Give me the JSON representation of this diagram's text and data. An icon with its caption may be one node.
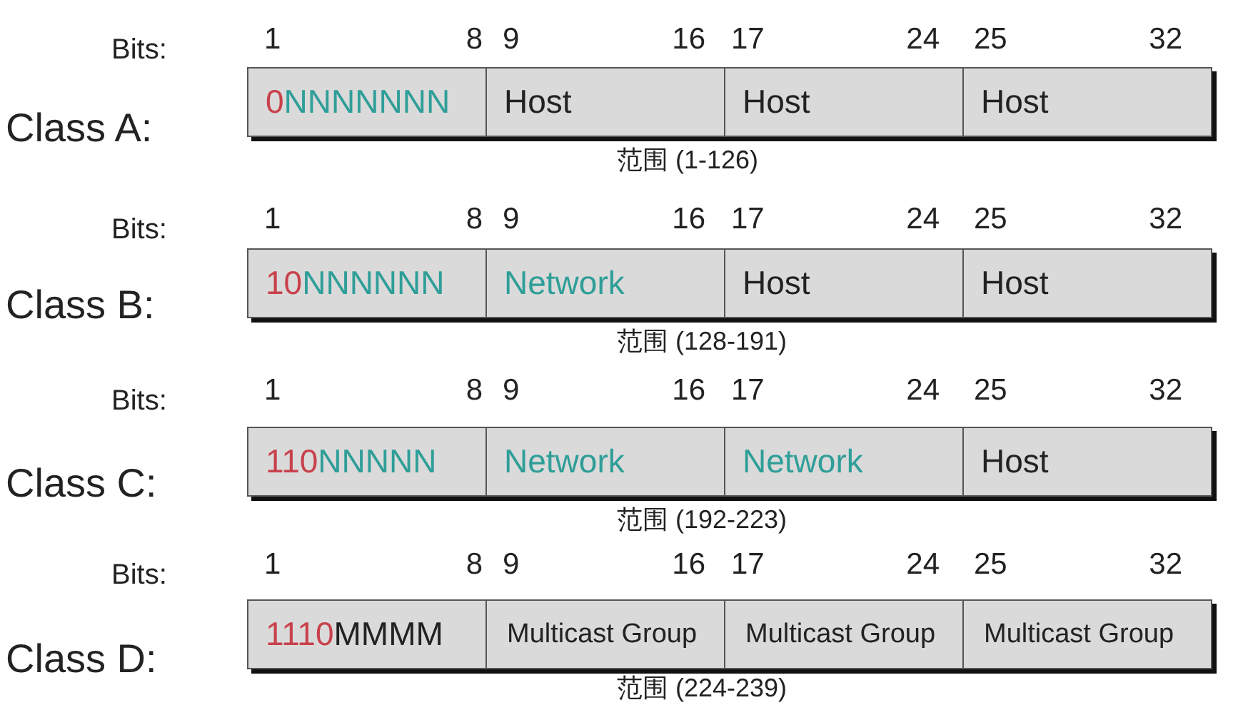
{
  "diagram": {
    "nodes": [
      {
        "text": [
          "0",
          "NNNNNNN"
        ]
      },
      {
        "text": [
          "Host"
        ]
      },
      {
        "text": [
          "Host"
        ]
      },
      {
        "text": [
          "Host"
        ]
      },
      {
        "text": [
          "10",
          "NNNNNN"
        ]
      },
      {
        "text": [
          "Network"
        ]
      },
      {
        "text": [
          "Host"
        ]
      },
      {
        "text": [
          "Host"
        ]
      },
      {
        "text": [
          "110",
          "NNNNN"
        ]
      },
      {
        "text": [
          "Network"
        ]
      },
      {
        "text": [
          "Network"
        ]
      },
      {
        "text": [
          "Host"
        ]
      },
      {
        "text": [
          "1110",
          "MMMM"
        ]
      },
      {
        "text": [
          "Multicast Group"
        ]
      },
      {
        "text": [
          "Multicast Group"
        ]
      },
      {
        "text": [
          "Multicast Group"
        ]
      }
    ],
    "labels": [
      "Bits:",
      "1",
      "8",
      "9",
      "16",
      "17",
      "24",
      "25",
      "32",
      "Class A:",
      "范围 (1-126)",
      "Bits:",
      "1",
      "8",
      "9",
      "16",
      "17",
      "24",
      "25",
      "32",
      "Class B:",
      "范围 (128-191)",
      "Bits:",
      "1",
      "8",
      "9",
      "16",
      "17",
      "24",
      "25",
      "32",
      "Class C:",
      "范围 (192-223)",
      "Bits:",
      "1",
      "8",
      "9",
      "16",
      "17",
      "24",
      "25",
      "32",
      "Class D:",
      "范围 (224-239)"
    ]
  }
}
